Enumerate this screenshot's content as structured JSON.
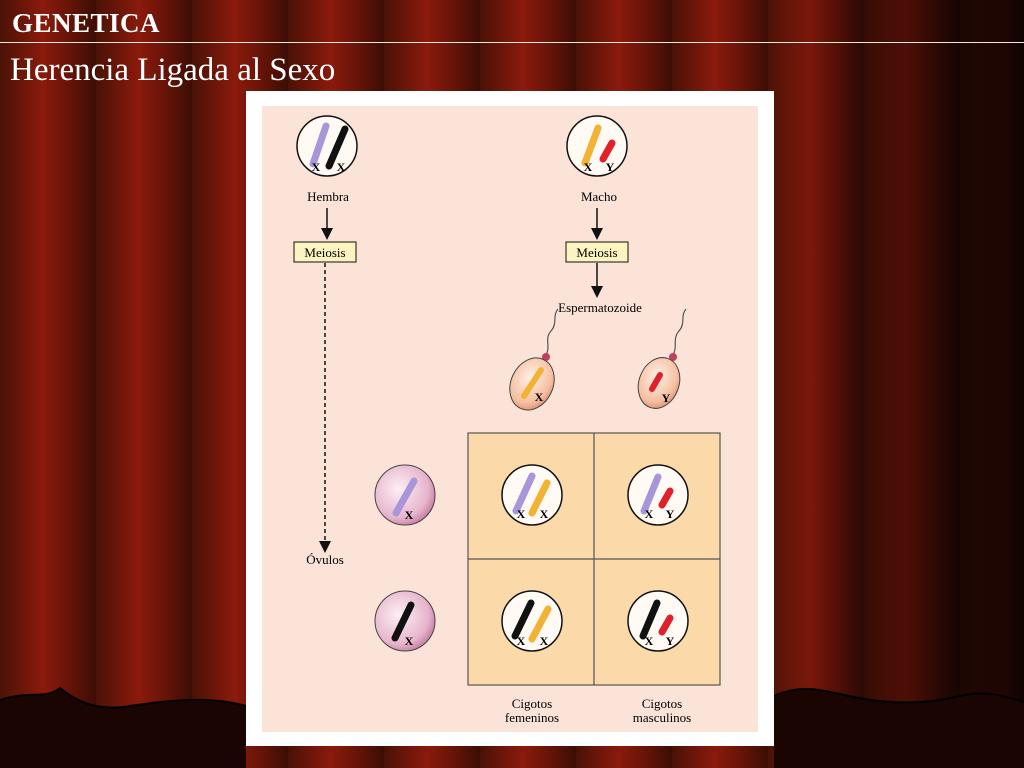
{
  "slide": {
    "header": "GENETICA",
    "title": "Herencia Ligada al Sexo"
  },
  "colors": {
    "panel_bg": "#fbe3d8",
    "punnett_bg": "#fbd9a8",
    "meiosis_box": "#fbf4c0",
    "chromosome_x_maternal_1": "#a896d8",
    "chromosome_x_maternal_2": "#111111",
    "chromosome_x_paternal": "#f2b233",
    "chromosome_y": "#e0202a"
  },
  "figure": {
    "female_label": "Hembra",
    "male_label": "Macho",
    "female_meiosis": "Meiosis",
    "male_meiosis": "Meiosis",
    "sperm_label": "Espermatozoide",
    "eggs_label": "Óvulos",
    "female_zygotes_line1": "Cigotos",
    "female_zygotes_line2": "femeninos",
    "male_zygotes_line1": "Cigotos",
    "male_zygotes_line2": "masculinos",
    "x": "X",
    "y": "Y"
  }
}
